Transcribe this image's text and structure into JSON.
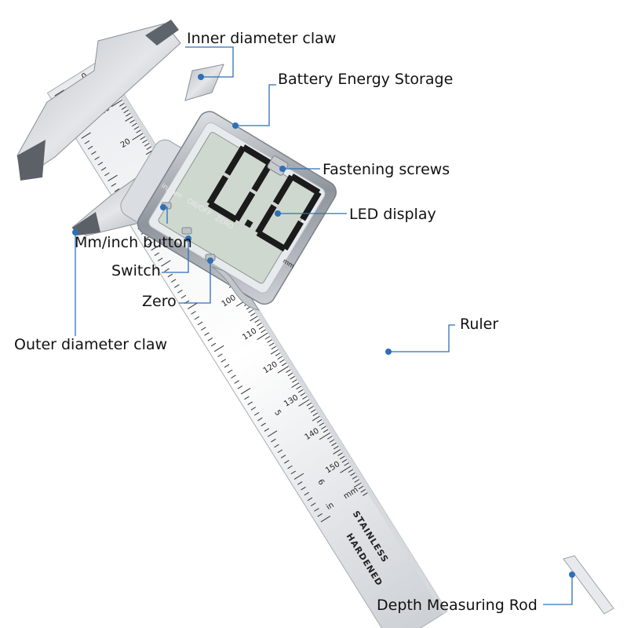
{
  "labels": {
    "inner_diameter_claw": "Inner diameter claw",
    "battery_energy_storage": "Battery Energy Storage",
    "fastening_screws": "Fastening screws",
    "led_display": "LED display",
    "mm_inch_button": "Mm/inch button",
    "switch": "Switch",
    "zero": "Zero",
    "outer_diameter_claw": "Outer diameter claw",
    "ruler": "Ruler",
    "depth_measuring_rod": "Depth Measuring Rod"
  },
  "device": {
    "button_in_mm": "in/mm",
    "button_on_off": "ON/OFF",
    "button_zero": "ZERO",
    "display_unit": "mm",
    "display_reading": "0.00",
    "stamp_line1": "STAINLESS",
    "stamp_line2": "HARDENED",
    "scale_unit_mm": "mm",
    "scale_unit_in": "in",
    "scale_numbers_top": [
      "0",
      "10",
      "20"
    ],
    "scale_numbers_bottom": [
      "100",
      "110",
      "120",
      "130",
      "140",
      "150"
    ],
    "inch_numbers": [
      "5",
      "6"
    ]
  },
  "colors": {
    "callout": "#2f6fb7",
    "steel_light": "#eef0f2",
    "steel_mid": "#c9cdd2",
    "steel_dark": "#8f959c",
    "lcd_bg": "#cfd8cf",
    "lcd_segment": "#1b1b1b"
  }
}
